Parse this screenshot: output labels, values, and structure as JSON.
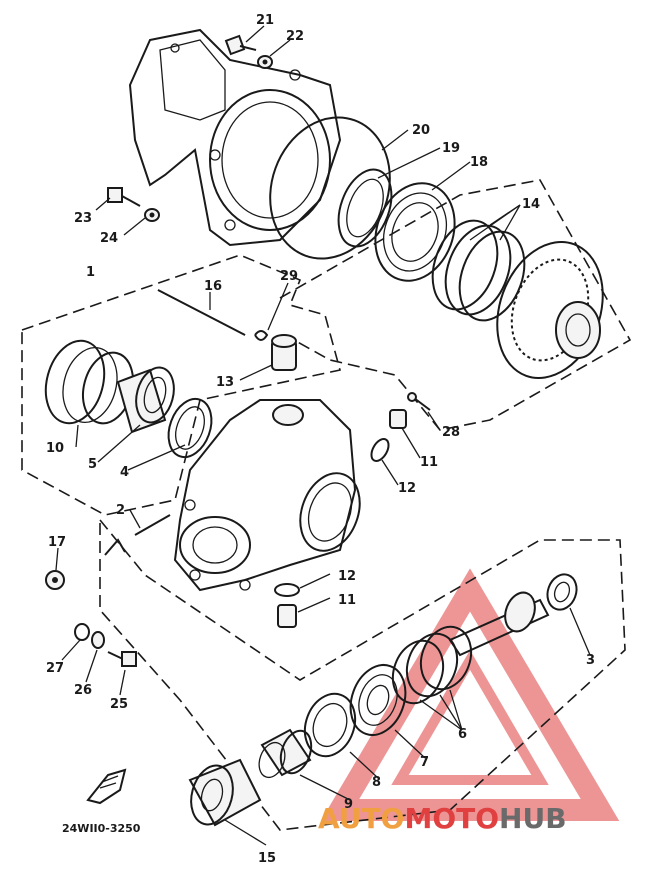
{
  "callouts": [
    {
      "id": "21",
      "label": "21"
    },
    {
      "id": "22",
      "label": "22"
    },
    {
      "id": "20",
      "label": "20"
    },
    {
      "id": "19",
      "label": "19"
    },
    {
      "id": "18",
      "label": "18"
    },
    {
      "id": "14",
      "label": "14"
    },
    {
      "id": "23",
      "label": "23"
    },
    {
      "id": "24",
      "label": "24"
    },
    {
      "id": "1",
      "label": "1"
    },
    {
      "id": "29",
      "label": "29"
    },
    {
      "id": "16",
      "label": "16"
    },
    {
      "id": "13",
      "label": "13"
    },
    {
      "id": "10",
      "label": "10"
    },
    {
      "id": "5",
      "label": "5"
    },
    {
      "id": "4",
      "label": "4"
    },
    {
      "id": "28",
      "label": "28"
    },
    {
      "id": "11a",
      "label": "11"
    },
    {
      "id": "12a",
      "label": "12"
    },
    {
      "id": "2",
      "label": "2"
    },
    {
      "id": "17",
      "label": "17"
    },
    {
      "id": "12b",
      "label": "12"
    },
    {
      "id": "11b",
      "label": "11"
    },
    {
      "id": "3",
      "label": "3"
    },
    {
      "id": "27",
      "label": "27"
    },
    {
      "id": "26",
      "label": "26"
    },
    {
      "id": "25",
      "label": "25"
    },
    {
      "id": "6",
      "label": "6"
    },
    {
      "id": "7",
      "label": "7"
    },
    {
      "id": "8",
      "label": "8"
    },
    {
      "id": "9",
      "label": "9"
    },
    {
      "id": "15",
      "label": "15"
    }
  ],
  "diagram_code": "24WII0-3250",
  "watermark": {
    "part1": "AUTO",
    "part2": "MOTO",
    "part3": "HUB",
    "color_orange": "#f0a040",
    "color_red": "#e04040",
    "color_gray": "#6a6a6a"
  }
}
